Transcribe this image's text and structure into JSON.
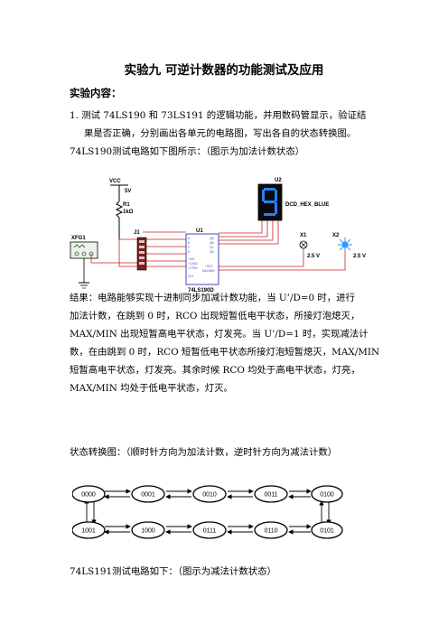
{
  "doc": {
    "title": "实验九  可逆计数器的功能测试及应用",
    "section": "实验内容：",
    "item1_line1": "1. 测试 74LS190 和 73LS191 的逻辑功能，并用数码管显示，验证结",
    "item1_line2": "果是否正确，分别画出各单元的电路图，写出各自的状态转换图。",
    "item1_line3": "74LS190测试电路如下图所示：（图示为加法计数状态）",
    "result_lines": [
      "结果：电路能够实现十进制同步加减计数功能，当 U’/D=0 时，进行",
      "加法计数，在跳到 0 时，RCO 出现短暂低电平状态，所接灯泡熄灭，",
      "MAX/MIN 出现短暂高电平状态，灯发亮。当 U’/D=1 时，实现减法计",
      "数，在由跳到 0 时，RCO 短暂低电平状态所接灯泡短暂熄灭，MAX/MIN",
      "短暂高电平状态，灯发亮。其余时候 RCO 均处于高电平状态，灯亮，",
      "MAX/MIN 均处于低电平状态，灯灭。"
    ],
    "state_caption": "状态转换图：（顺时针方向为加法计数，逆时针方向为减法计数）",
    "footer_line": "74LS191测试电路如下：（图示为减法计数状态）"
  },
  "circuit": {
    "vcc_label": "VCC",
    "vcc_value": "5V",
    "r1_label": "R1",
    "r1_value": "1kΩ",
    "xfg_label": "XFG1",
    "j1_label": "J1",
    "u1_label": "U1",
    "u1_part": "74LS190D",
    "u2_label": "U2",
    "display_part": "DCD_HEX_BLUE",
    "display_digit": "9",
    "x1_label": "X1",
    "x2_label": "X2",
    "x1_value": "2.5 V",
    "x2_value": "2.5 V",
    "colors": {
      "wire": "#cc2222",
      "ic": "#1a1ab0",
      "display": "#2a7fff",
      "lamp": "#3399ff"
    }
  },
  "state_diagram": {
    "top_row": [
      "0000",
      "0001",
      "0010",
      "0011",
      "0100"
    ],
    "bottom_row": [
      "1001",
      "1000",
      "0111",
      "0110",
      "0101"
    ]
  }
}
